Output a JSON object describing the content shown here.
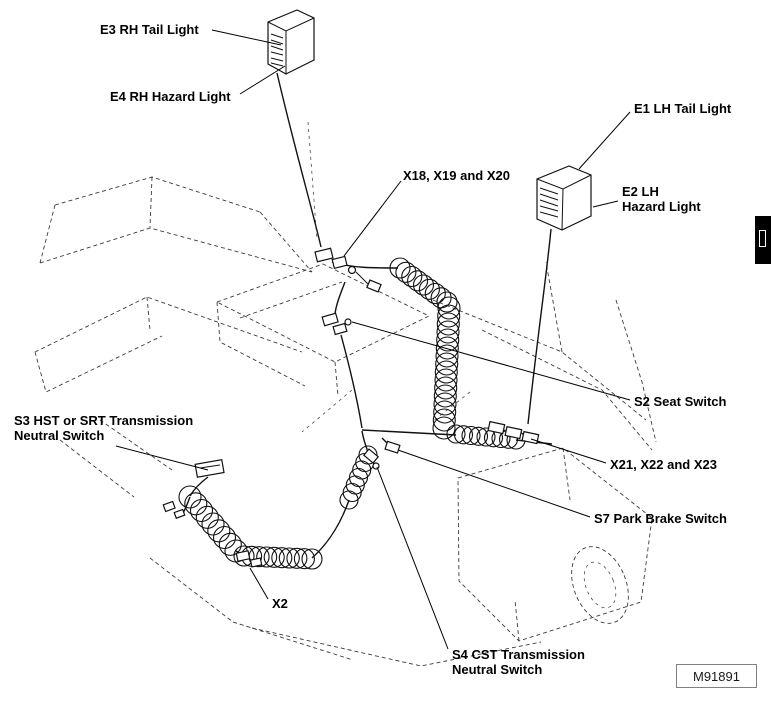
{
  "figure": {
    "id": "M91891"
  },
  "labels": {
    "e3": "E3 RH Tail Light",
    "e4": "E4 RH Hazard Light",
    "e1": "E1 LH Tail Light",
    "e2": "E2 LH\nHazard Light",
    "x18": "X18, X19 and X20",
    "s2": "S2 Seat Switch",
    "s3": "S3 HST or SRT Transmission\nNeutral Switch",
    "x21": "X21, X22 and X23",
    "s7": "S7 Park Brake Switch",
    "x2": "X2",
    "s4": "S4 CST Transmission\nNeutral Switch"
  },
  "colors": {
    "ink": "#111111",
    "background": "#ffffff",
    "tab": "#000000"
  }
}
